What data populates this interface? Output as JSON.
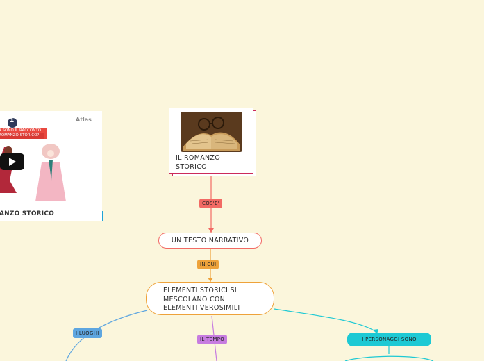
{
  "main_card": {
    "title": "IL ROMANZO STORICO",
    "image_icon": "open-book-with-glasses"
  },
  "video": {
    "badge_number": "1",
    "brand": "Atlas",
    "caption_top": "A SONO IL RACCONTO ROMANZO STORICO?",
    "bottom_title": "ANZO STORICO",
    "play_icon": "play-icon"
  },
  "nodes": {
    "testo_narrativo": "UN TESTO NARRATIVO",
    "elementi": "ELEMENTI STORICI SI MESCOLANO CON ELEMENTI VEROSIMILI"
  },
  "tags": {
    "cose": "COS'E'",
    "in_cui": "IN CUI",
    "luoghi": "I LUOGHI",
    "tempo": "IL TEMPO",
    "personaggi": "I PERSONAGGI SONO"
  },
  "colors": {
    "background": "#fbf6dc",
    "card_border": "#cc2a5a",
    "cose": "#f26a64",
    "in_cui": "#eea23a",
    "luoghi": "#5ea6e0",
    "tempo": "#c77ce0",
    "personaggi": "#1ec9d4"
  }
}
